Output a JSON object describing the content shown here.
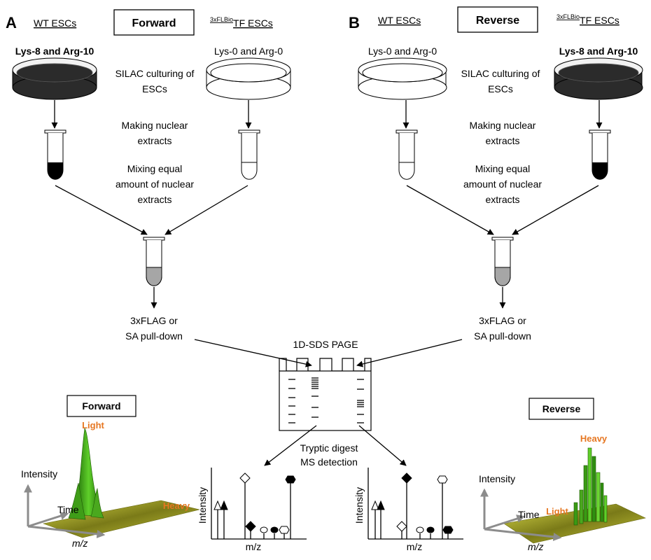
{
  "panels": {
    "a": {
      "letter": "A",
      "left_cells": "WT ESCs",
      "mode": "Forward",
      "right_cells_sup": "3xFLBio",
      "right_cells_main": "TF ESCs",
      "left_dish_label": "Lys-8 and Arg-10",
      "right_dish_label": "Lys-0 and Arg-0",
      "step1": [
        "SILAC culturing of",
        "ESCs"
      ],
      "step2": [
        "Making nuclear",
        "extracts"
      ],
      "step3": [
        "Mixing equal",
        "amount of nuclear",
        "extracts"
      ],
      "pulldown": [
        "3xFLAG or",
        "SA pull-down"
      ],
      "plot_box": "Forward",
      "light": "Light",
      "heavy": "Heavy",
      "axis_intensity": "Intensity",
      "axis_time": "Time",
      "axis_mz": "m/z"
    },
    "b": {
      "letter": "B",
      "left_cells": "WT ESCs",
      "mode": "Reverse",
      "right_cells_sup": "3xFLBio",
      "right_cells_main": "TF ESCs",
      "left_dish_label": "Lys-0 and Arg-0",
      "right_dish_label": "Lys-8 and Arg-10",
      "step1": [
        "SILAC culturing of",
        "ESCs"
      ],
      "step2": [
        "Making nuclear",
        "extracts"
      ],
      "step3": [
        "Mixing equal",
        "amount of nuclear",
        "extracts"
      ],
      "pulldown": [
        "3xFLAG or",
        "SA pull-down"
      ],
      "plot_box": "Reverse",
      "light": "Light",
      "heavy": "Heavy",
      "axis_intensity": "Intensity",
      "axis_time": "Time",
      "axis_mz": "m/z"
    }
  },
  "center": {
    "gel_label": "1D-SDS PAGE",
    "digest": [
      "Tryptic digest",
      "MS detection"
    ],
    "spectrum_y": "Intensity",
    "spectrum_x": "m/z"
  },
  "colors": {
    "heavy_fill": "#2b2b2b",
    "mixed_fill": "#a6a6a6",
    "peak_green": "#2f8f10",
    "surface_yellow": "#b8b820",
    "label_orange": "#e67722",
    "axis_gray": "#8c8c8c"
  }
}
